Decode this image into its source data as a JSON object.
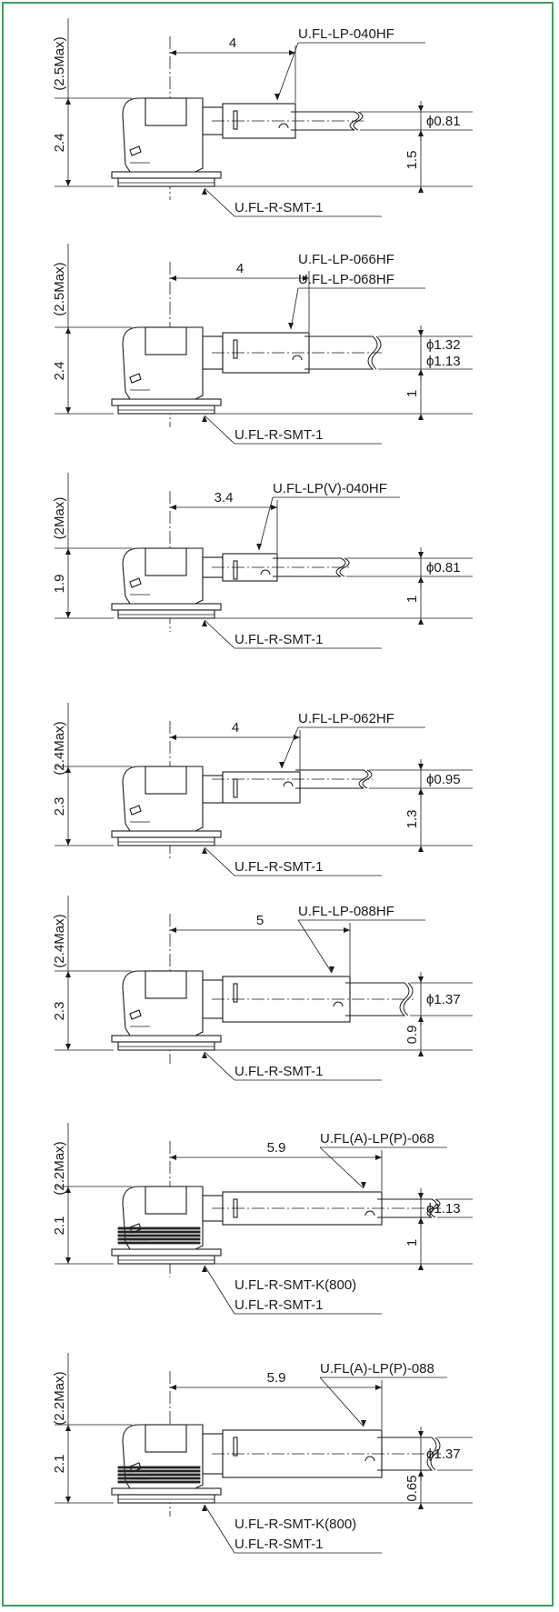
{
  "accent_color": "#3fa062",
  "diagrams": [
    {
      "max_height": "(2.5Max)",
      "height": "2.4",
      "width": "4",
      "plug": "U.FL-LP-040HF",
      "plug2": "",
      "diameter": "ϕ0.81",
      "diameter2": "",
      "offset": "1.5",
      "receptacle": "U.FL-R-SMT-1",
      "receptacle2": ""
    },
    {
      "max_height": "(2.5Max)",
      "height": "2.4",
      "width": "4",
      "plug": "U.FL-LP-066HF",
      "plug2": "U.FL-LP-068HF",
      "diameter": "ϕ1.32",
      "diameter2": "ϕ1.13",
      "offset": "1",
      "receptacle": "U.FL-R-SMT-1",
      "receptacle2": ""
    },
    {
      "max_height": "(2Max)",
      "height": "1.9",
      "width": "3.4",
      "plug": "U.FL-LP(V)-040HF",
      "plug2": "",
      "diameter": "ϕ0.81",
      "diameter2": "",
      "offset": "1",
      "receptacle": "U.FL-R-SMT-1",
      "receptacle2": ""
    },
    {
      "max_height": "(2.4Max)",
      "height": "2.3",
      "width": "4",
      "plug": "U.FL-LP-062HF",
      "plug2": "",
      "diameter": "ϕ0.95",
      "diameter2": "",
      "offset": "1.3",
      "receptacle": "U.FL-R-SMT-1",
      "receptacle2": ""
    },
    {
      "max_height": "(2.4Max)",
      "height": "2.3",
      "width": "5",
      "plug": "U.FL-LP-088HF",
      "plug2": "",
      "diameter": "ϕ1.37",
      "diameter2": "",
      "offset": "0.9",
      "receptacle": "U.FL-R-SMT-1",
      "receptacle2": ""
    },
    {
      "max_height": "(2.2Max)",
      "height": "2.1",
      "width": "5.9",
      "plug": "U.FL(A)-LP(P)-068",
      "plug2": "",
      "diameter": "ϕ1.13",
      "diameter2": "",
      "offset": "1",
      "receptacle": "U.FL-R-SMT-K(800)",
      "receptacle2": "U.FL-R-SMT-1"
    },
    {
      "max_height": "(2.2Max)",
      "height": "2.1",
      "width": "5.9",
      "plug": "U.FL(A)-LP(P)-088",
      "plug2": "",
      "diameter": "ϕ1.37",
      "diameter2": "",
      "offset": "0.65",
      "receptacle": "U.FL-R-SMT-K(800)",
      "receptacle2": "U.FL-R-SMT-1"
    }
  ]
}
